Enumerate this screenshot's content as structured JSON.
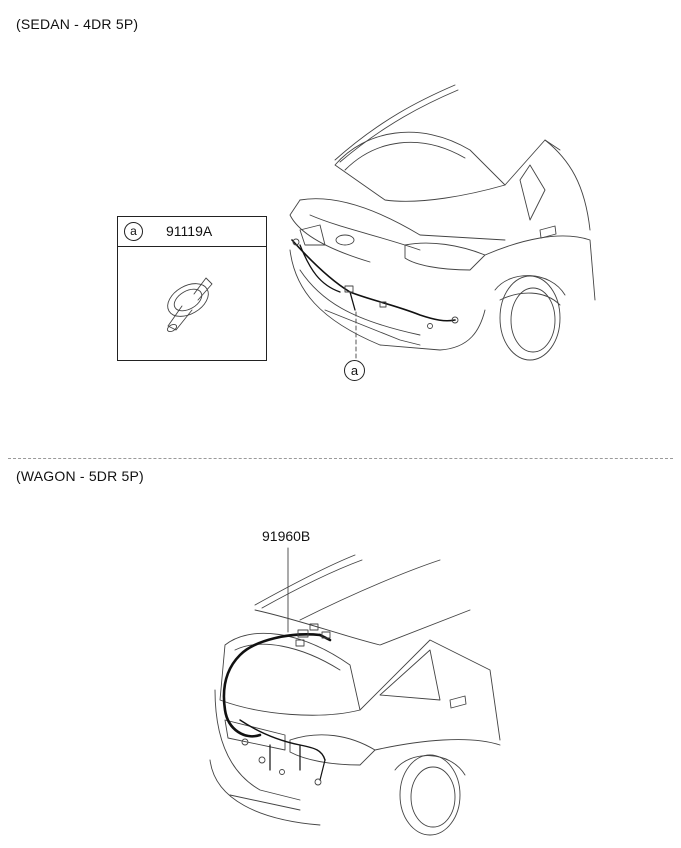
{
  "sections": {
    "sedan": {
      "title": "(SEDAN - 4DR 5P)"
    },
    "wagon": {
      "title": "(WAGON - 5DR 5P)"
    }
  },
  "callout": {
    "letter": "a",
    "part_number": "91119A"
  },
  "sedan_marker": {
    "letter": "a"
  },
  "wagon_part": {
    "part_number": "91960B"
  }
}
